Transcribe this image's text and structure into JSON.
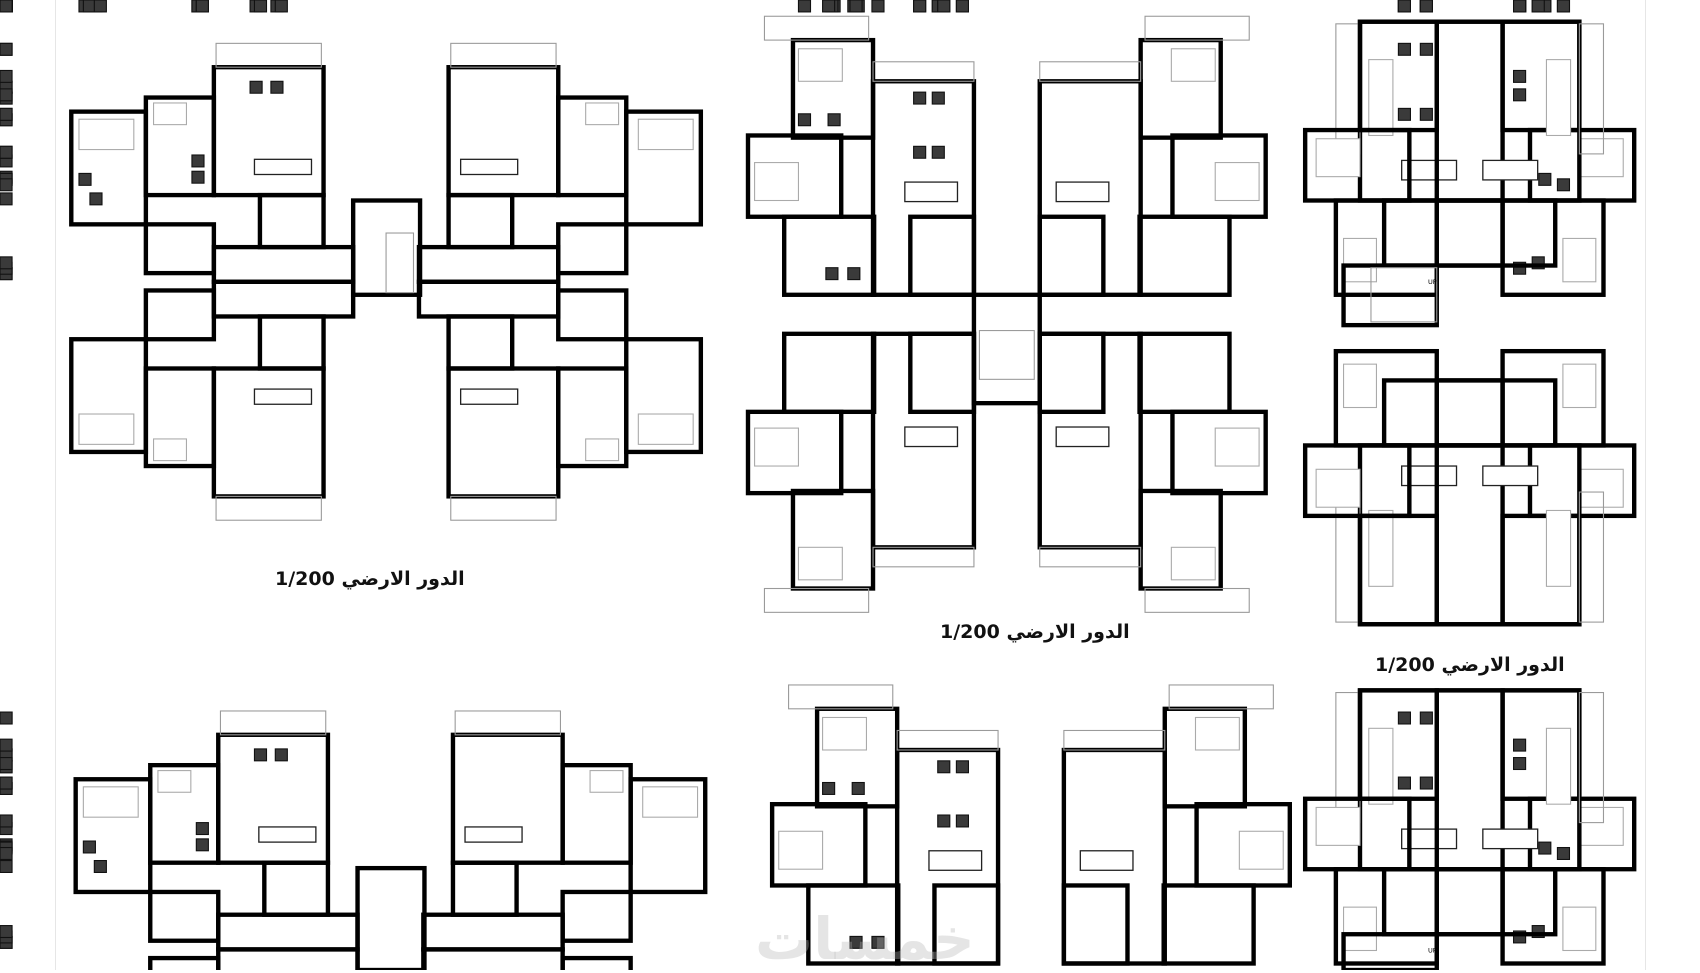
{
  "labels": {
    "plan_a": "الدور الارضي 1/200",
    "plan_b": "الدور الارضي 1/200",
    "plan_c": "الدور الارضي 1/200"
  },
  "stair_marker": "UP",
  "watermark": "خمسات",
  "colors": {
    "wall": "#000000",
    "furniture": "#3a3a3a",
    "thin": "#9a9a9a"
  }
}
